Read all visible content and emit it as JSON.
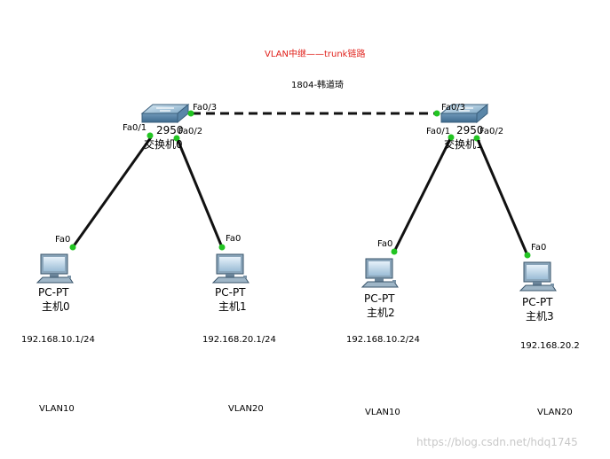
{
  "title": "VLAN中继——trunk链路",
  "subtitle": "1804-韩道琦",
  "switches": [
    {
      "id": "sw0",
      "model": "2950",
      "name": "交换机0",
      "ports": [
        "Fa0/1",
        "Fa0/2",
        "Fa0/3"
      ]
    },
    {
      "id": "sw1",
      "model": "2950",
      "name": "交换机1",
      "ports": [
        "Fa0/1",
        "Fa0/2",
        "Fa0/3"
      ]
    }
  ],
  "pcs": [
    {
      "id": "pc0",
      "type": "PC-PT",
      "name": "主机0",
      "port": "Fa0",
      "ip": "192.168.10.1/24",
      "vlan": "VLAN10"
    },
    {
      "id": "pc1",
      "type": "PC-PT",
      "name": "主机1",
      "port": "Fa0",
      "ip": "192.168.20.1/24",
      "vlan": "VLAN20"
    },
    {
      "id": "pc2",
      "type": "PC-PT",
      "name": "主机2",
      "port": "Fa0",
      "ip": "192.168.10.2/24",
      "vlan": "VLAN10"
    },
    {
      "id": "pc3",
      "type": "PC-PT",
      "name": "主机3",
      "port": "Fa0",
      "ip": "192.168.20.2",
      "vlan": "VLAN20"
    }
  ],
  "links": [
    {
      "from": "sw0",
      "to": "sw1",
      "style": "dashed"
    },
    {
      "from": "sw0",
      "to": "pc0",
      "style": "solid"
    },
    {
      "from": "sw0",
      "to": "pc1",
      "style": "solid"
    },
    {
      "from": "sw1",
      "to": "pc2",
      "style": "solid"
    },
    {
      "from": "sw1",
      "to": "pc3",
      "style": "solid"
    }
  ],
  "colors": {
    "title": "#e0201a",
    "port_dot": "#22c422",
    "link": "#111111",
    "watermark": "#c8c8c8"
  },
  "watermark": "https://blog.csdn.net/hdq1745"
}
